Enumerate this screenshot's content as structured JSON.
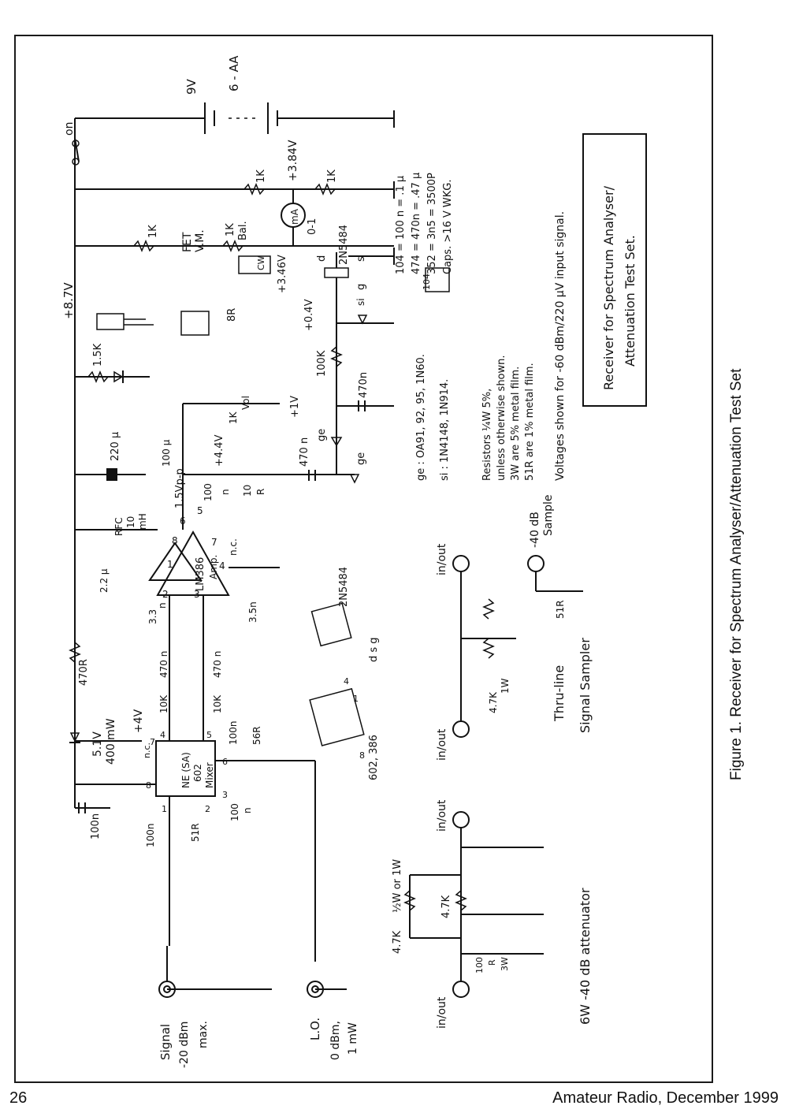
{
  "caption": {
    "figure": "Figure 1. Receiver for Spectrum Analyser/Attenuation Test Set",
    "page_number": "26",
    "publication": "Amateur Radio, December 1999"
  },
  "title_box": {
    "line1": "Receiver for Spectrum Analyser/",
    "line2": "Attenuation Test Set."
  },
  "notes": {
    "caps": [
      "104 = 100 n = .1 μ",
      "474 = 470n = .47 μ",
      "352 = 3n5 = 3500P",
      "Caps. >16 V WKG."
    ],
    "diodes": [
      "ge : OA91, 92, 95, 1N60.",
      "si : 1N4148, 1N914."
    ],
    "resistors": [
      "Resistors ¼W 5%,",
      "unless otherwise shown.",
      "3W are 5% metal film.",
      "51R are 1% metal film."
    ],
    "voltages": "Voltages shown for -60 dBm/220 μV input signal.",
    "cap_badge": "104"
  },
  "power": {
    "battery_v": "9V",
    "battery_cells": "6 - AA",
    "switch": "on",
    "rail": "+8.7V",
    "r1": "1K",
    "r2": "1K",
    "r3": "1K",
    "r4": "1K",
    "r470": "470R",
    "zener_v": "5.1V",
    "zener_p": "400 mW",
    "plus4v": "+4V",
    "cap_zener": "100n",
    "c220": "220 μ",
    "led_r": "1.5K",
    "v384": "+3.84V"
  },
  "fetvm": {
    "label1": "FET",
    "label2": "V.M.",
    "meter": "mA",
    "meter_range": "0-1",
    "bal": "Bal.",
    "cw": "CW",
    "v346": "+3.46V",
    "fet": "2N5484",
    "d": "d",
    "s": "s",
    "g": "g",
    "v04": "+0.4V",
    "si": "si"
  },
  "detector": {
    "r100k": "100K",
    "c470a": "470n",
    "c470b": "470 n",
    "ge1": "ge",
    "ge2": "ge",
    "v1": "+1V"
  },
  "amp": {
    "ic": "LM386",
    "ic2": "Amp.",
    "rfc1": "RFC",
    "rfc2": "10",
    "rfc3": "mH",
    "c22": "2.2 μ",
    "c33": "3.3",
    "c33n": "n",
    "c35": "3.5n",
    "c100u": "100 μ",
    "vpp": "1.5Vp-p",
    "v44": "+4.4V",
    "c100n": "100",
    "c100nb": "n",
    "r10": "10",
    "r10b": "R",
    "vol": "Vol",
    "vol_r": "1K",
    "speaker": "8R",
    "nc": "n.c.",
    "p8": "8",
    "p1": "1",
    "p6": "6",
    "p5": "5",
    "p7": "7",
    "p4": "4",
    "p2": "2",
    "p3": "3"
  },
  "mixer": {
    "ic1": "NE (SA)",
    "ic2": "602",
    "ic3": "Mixer",
    "nc": "n.c.",
    "r10k1": "10K",
    "r10k2": "10K",
    "c470n1": "470 n",
    "c470n2": "470 n",
    "c100n_out": "100n",
    "r56": "56R",
    "c100_in": "100n",
    "c100_3": "100",
    "c100_3b": "n",
    "r51": "51R",
    "p1": "1",
    "p2": "2",
    "p3": "3",
    "p4": "4",
    "p5": "5",
    "p6": "6",
    "p7": "7",
    "p8": "8"
  },
  "inputs": {
    "signal": "Signal",
    "signal_level": "-20 dBm",
    "signal_max": "max.",
    "lo": "L.O.",
    "lo_level": "0 dBm,",
    "lo_power": "1 mW"
  },
  "attenuator": {
    "title": "6W -40 dB attenuator",
    "in": "in/out",
    "out": "in/out",
    "r47a": "4.7K",
    "r47a_note": "½W or 1W",
    "r47b": "4.7K",
    "r100": "100",
    "rR": "R",
    "r3w": "3W"
  },
  "sampler": {
    "title1": "Thru-line",
    "title2": "Signal Sampler",
    "in": "in/out",
    "out": "in/out",
    "sample1": "-40 dB",
    "sample2": "Sample",
    "r47": "4.7K",
    "r1w": "1W",
    "r51": "51R"
  },
  "pinout": {
    "fet": "2N5484",
    "fet_pins": "d s g",
    "ic": "602, 386",
    "ic_pin1": "1",
    "ic_pin4": "4",
    "ic_pin8": "8"
  }
}
